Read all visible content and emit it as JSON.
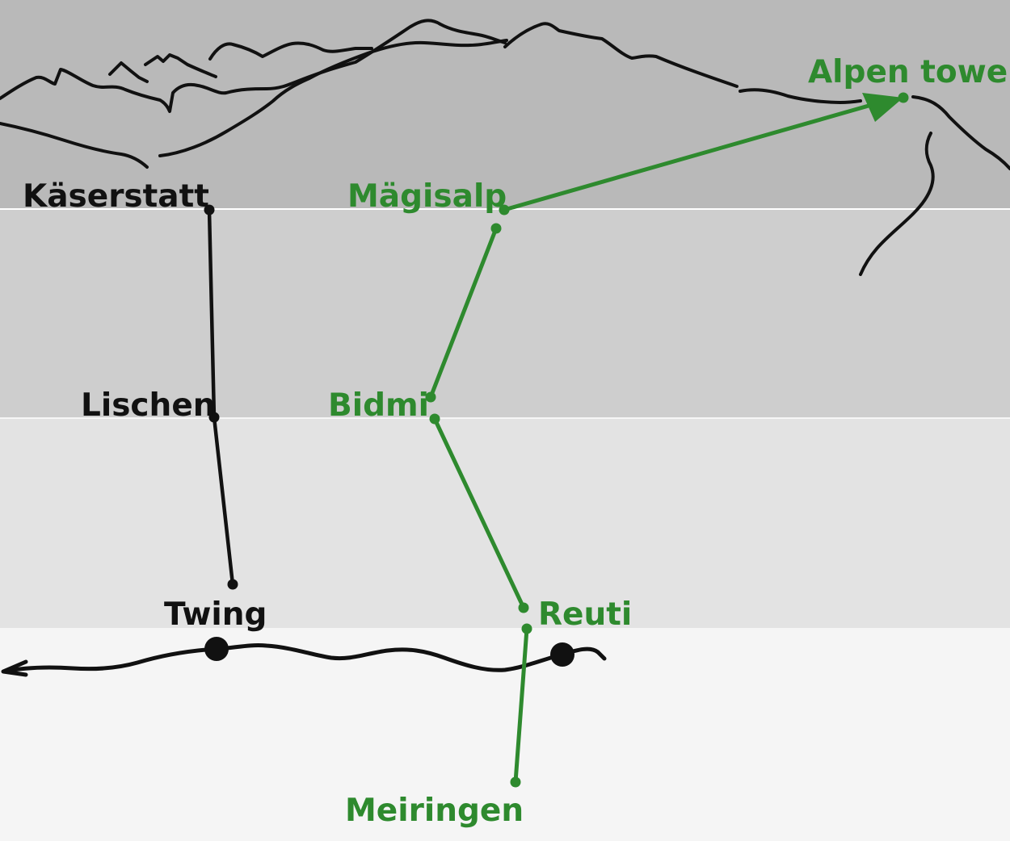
{
  "colors": {
    "band_top": "#b9b9b9",
    "band_upper_mid": "#cecece",
    "band_lower_mid": "#e3e3e3",
    "band_bottom": "#f5f5f5",
    "line_black": "#111111",
    "line_green": "#2e8a2e"
  },
  "stations": {
    "kaeserstatt": "Käserstatt",
    "lischen": "Lischen",
    "twing": "Twing",
    "maegisalp": "Mägisalp",
    "bidmi": "Bidmi",
    "reuti": "Reuti",
    "meiringen": "Meiringen",
    "alpen_tower": "Alpen tower"
  }
}
